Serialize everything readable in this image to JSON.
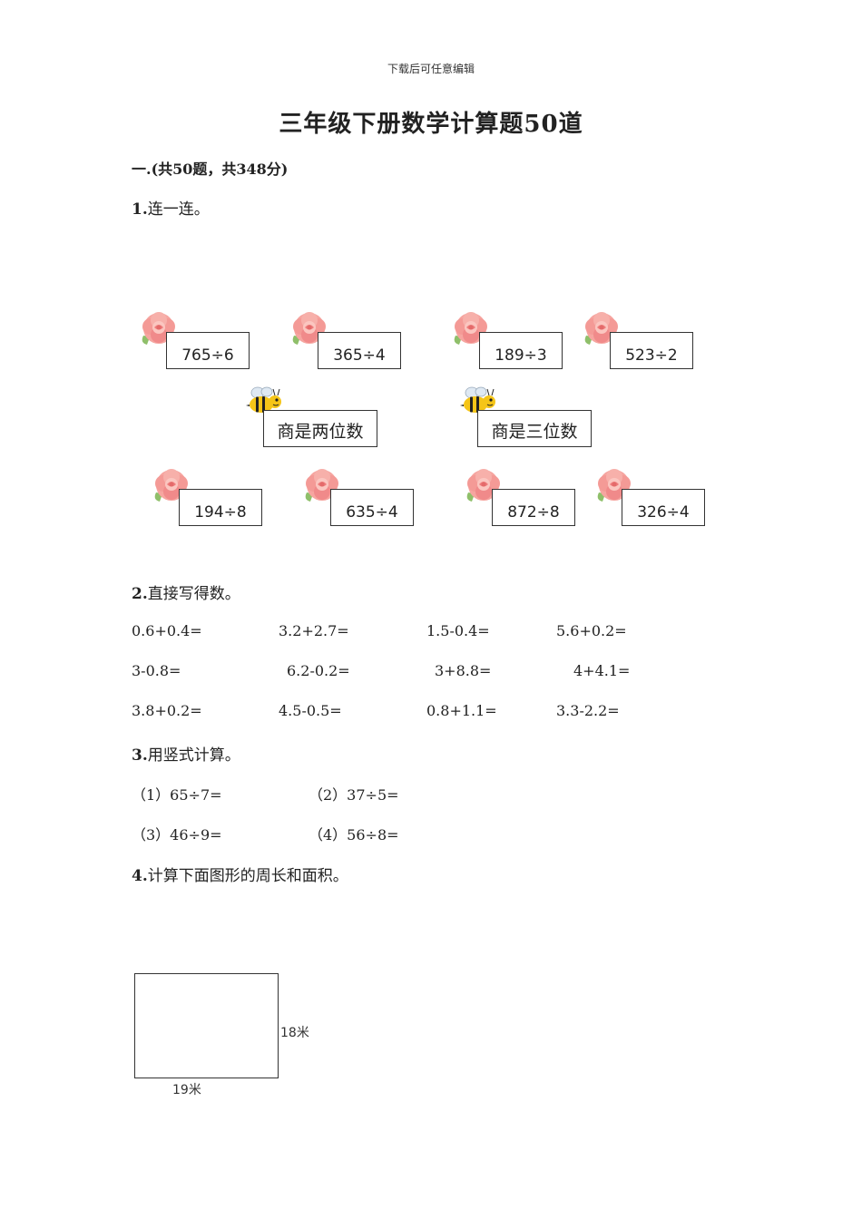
{
  "header_note": "下载后可任意编辑",
  "title": "三年级下册数学计算题50道",
  "section": "一.(共50题，共348分)",
  "q1": {
    "number": "1.",
    "prompt": "连一连。",
    "top_exprs": [
      "765÷6",
      "365÷4",
      "189÷3",
      "523÷2"
    ],
    "categories": [
      "商是两位数",
      "商是三位数"
    ],
    "bottom_exprs": [
      "194÷8",
      "635÷4",
      "872÷8",
      "326÷4"
    ]
  },
  "q2": {
    "number": "2.",
    "prompt": "直接写得数。",
    "rows": [
      [
        "0.6+0.4=",
        "3.2+2.7=",
        "1.5-0.4=",
        "5.6+0.2="
      ],
      [
        "3-0.8=",
        "6.2-0.2=",
        "3+8.8=",
        "4+4.1="
      ],
      [
        "3.8+0.2=",
        "4.5-0.5=",
        "0.8+1.1=",
        "3.3-2.2="
      ]
    ]
  },
  "q3": {
    "number": "3.",
    "prompt": "用竖式计算。",
    "items": [
      "（1）65÷7=",
      "（2）37÷5=",
      "（3）46÷9=",
      "（4）56÷8="
    ]
  },
  "q4": {
    "number": "4.",
    "prompt": "计算下面图形的周长和面积。",
    "height_label": "18米",
    "width_label": "19米"
  },
  "colors": {
    "rose": "#f08a8a",
    "rose_light": "#fbc6c0",
    "bee_body": "#f5c518",
    "border": "#333333"
  }
}
